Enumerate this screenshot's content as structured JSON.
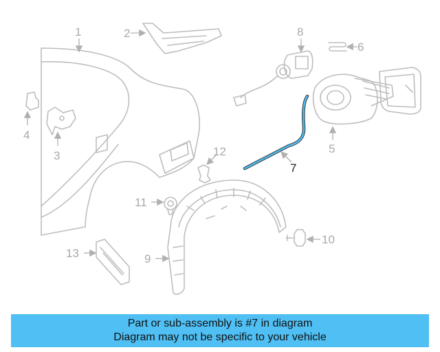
{
  "callouts": {
    "c1": "1",
    "c2": "2",
    "c3": "3",
    "c4": "4",
    "c5": "5",
    "c6": "6",
    "c7": "7",
    "c8": "8",
    "c9": "9",
    "c10": "10",
    "c11": "11",
    "c12": "12",
    "c13": "13"
  },
  "highlight_part": "7",
  "colors": {
    "highlight": "#4fbff4",
    "banner": "#4fbff4",
    "part_line": "#bdbdbd",
    "label": "#a9a9a9"
  },
  "banner": {
    "line1": "Part or sub-assembly is #7 in diagram",
    "line2": "Diagram may not be specific to your vehicle"
  }
}
